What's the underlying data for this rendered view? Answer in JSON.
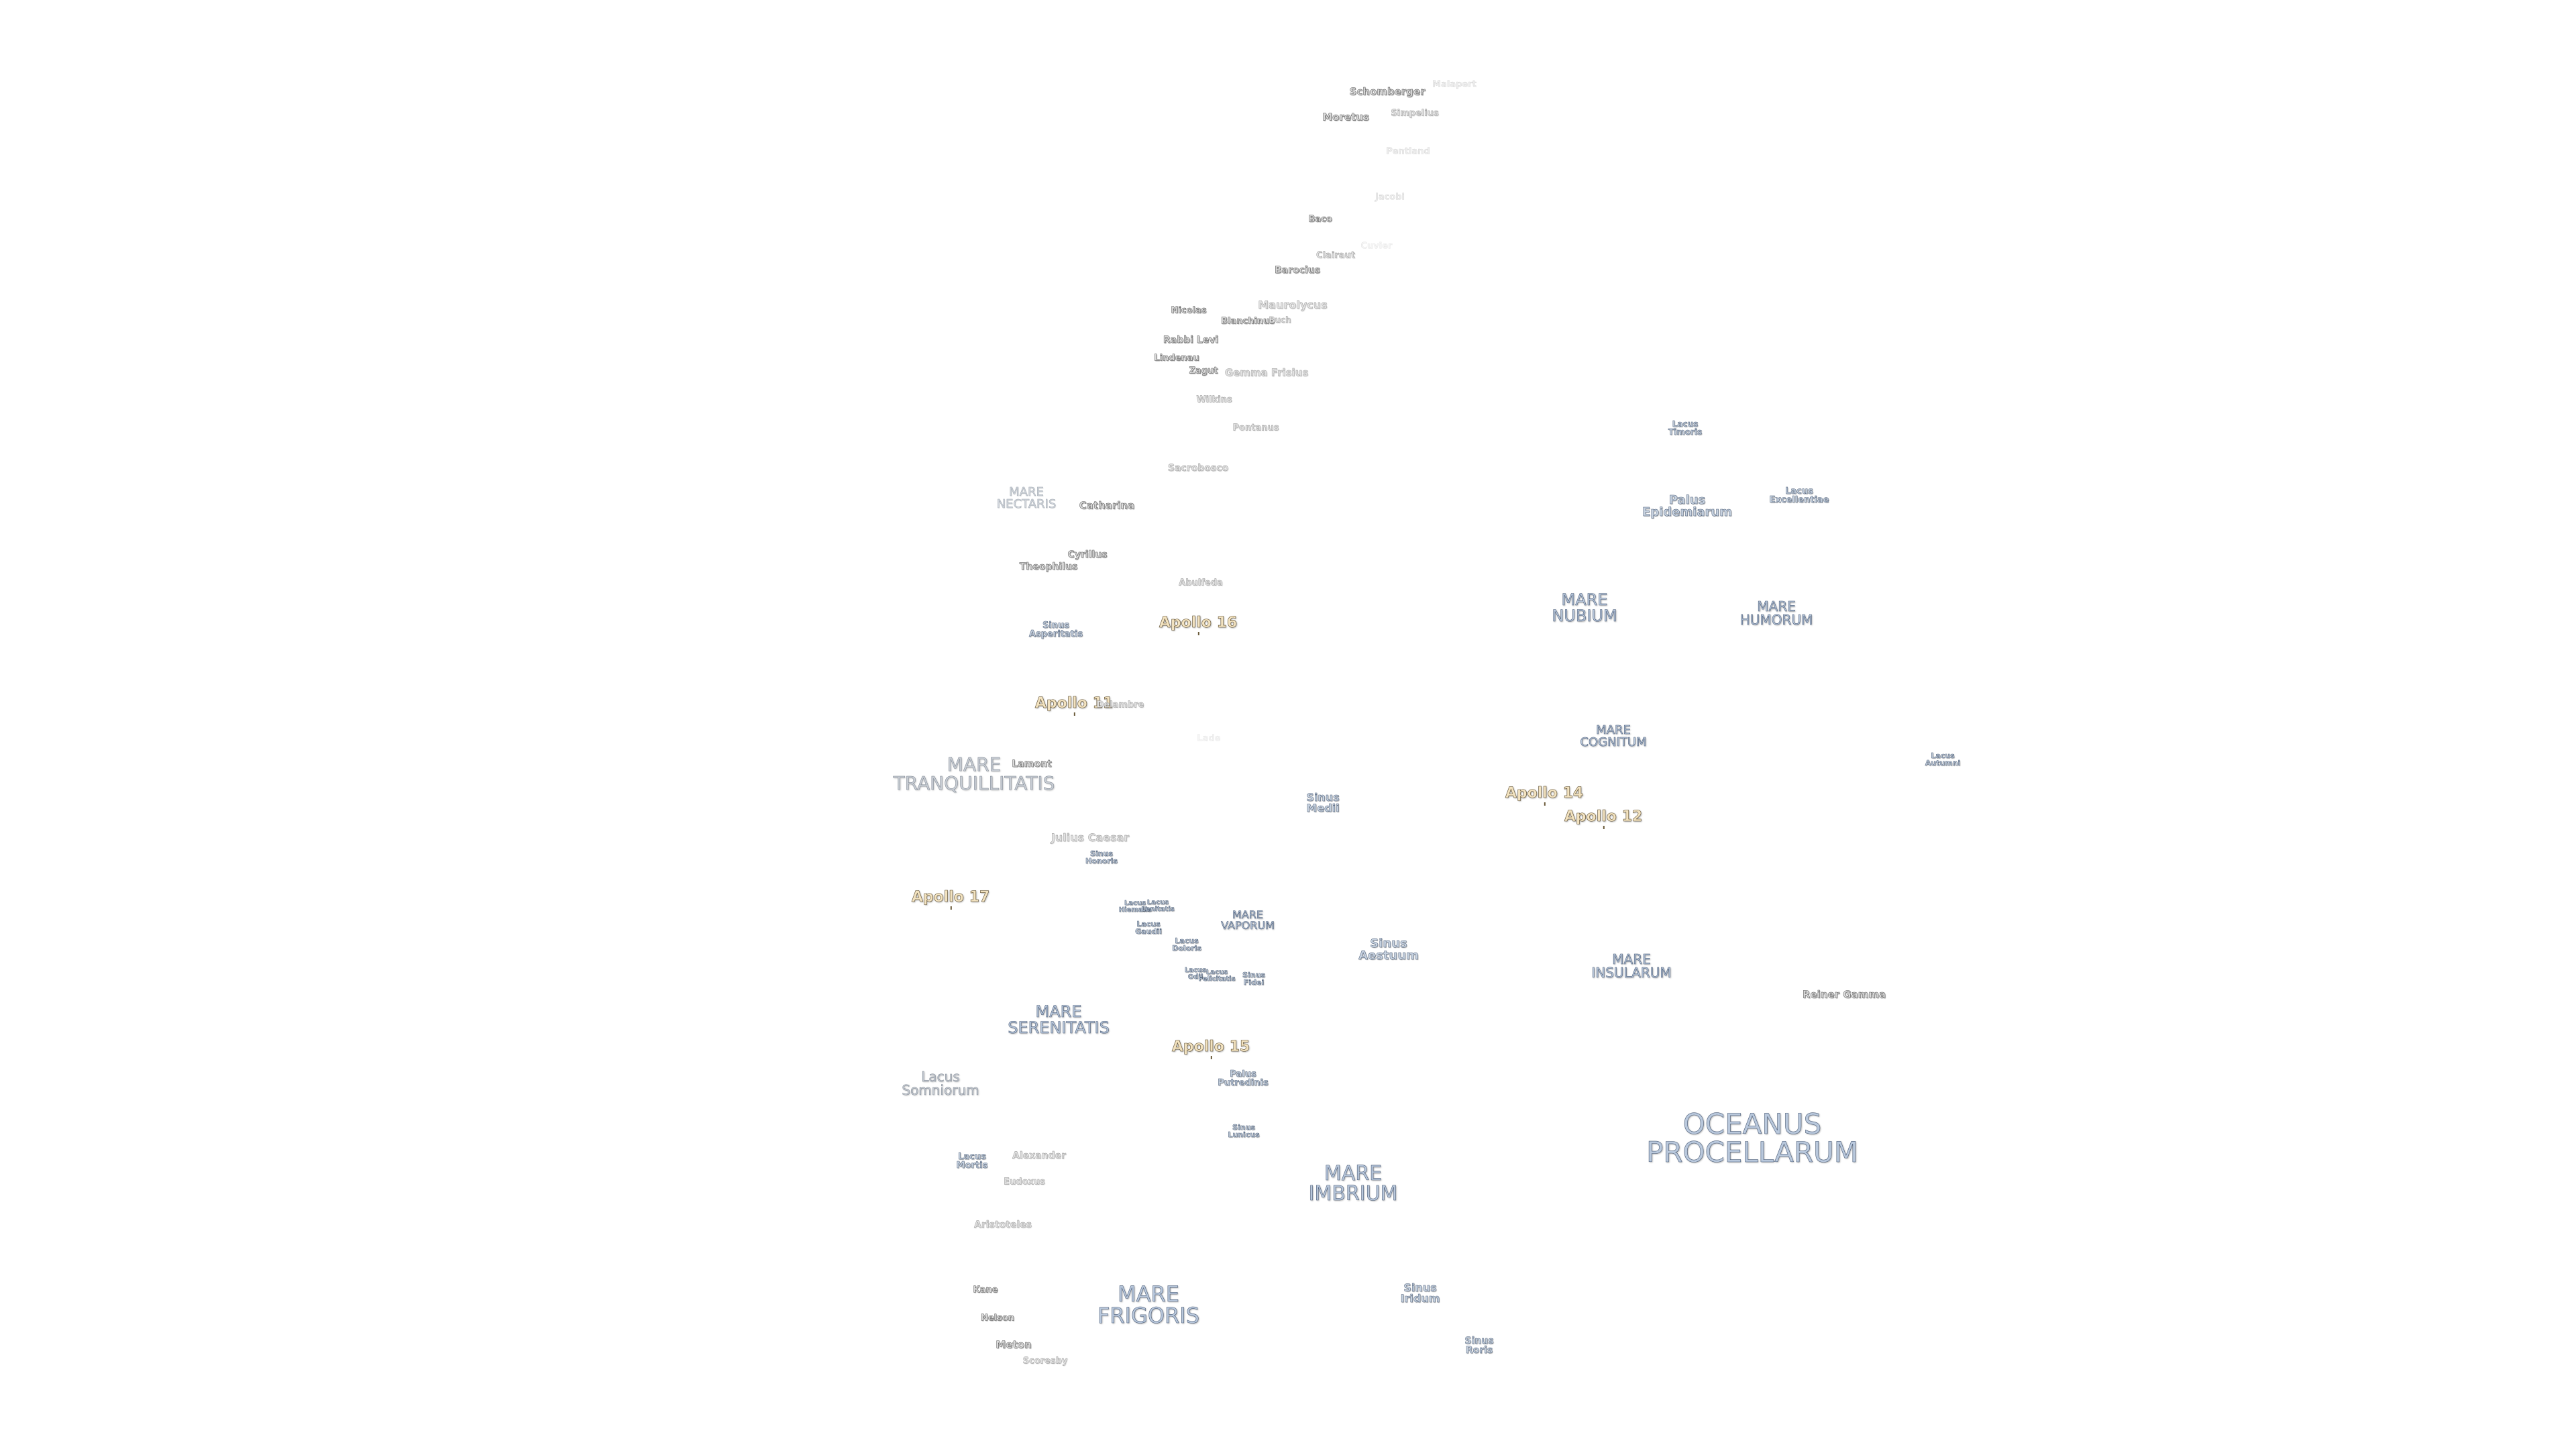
{
  "seas": {
    "oceanus_procellarum": "OCEANUS\nPROCELLARUM",
    "mare_frigoris": "MARE\nFRIGORIS",
    "mare_imbrium": "MARE\nIMBRIUM",
    "mare_serenitatis": "MARE\nSERENITATIS",
    "mare_tranquillitatis": "MARE\nTRANQUILLITATIS",
    "mare_nectaris": "MARE\nNECTARIS",
    "mare_nubium": "MARE\nNUBIUM",
    "mare_humorum": "MARE\nHUMORUM",
    "mare_cognitum": "MARE\nCOGNITUM",
    "mare_insularum": "MARE\nINSULARUM",
    "mare_vaporum": "MARE\nVAPORUM",
    "lacus_somniorum": "Lacus\nSomniorum"
  },
  "features": {
    "sinus_iridum": "Sinus\nIridum",
    "sinus_roris": "Sinus\nRoris",
    "sinus_aestuum": "Sinus\nAestuum",
    "sinus_medii": "Sinus\nMedii",
    "sinus_asperitatis": "Sinus\nAsperitatis",
    "sinus_honoris": "Sinus\nHonoris",
    "sinus_lunicus": "Sinus\nLunicus",
    "sinus_fidei": "Sinus\nFidei",
    "palus_epidemiarum": "Palus\nEpidemiarum",
    "palus_putredinis": "Palus\nPutredinis",
    "lacus_excellentiae": "Lacus\nExcellentiae",
    "lacus_timoris": "Lacus\nTimoris",
    "lacus_autumni": "Lacus\nAutumni",
    "lacus_mortis": "Lacus\nMortis",
    "lacus_doloris": "Lacus\nDoloris",
    "lacus_gaudii": "Lacus\nGaudii",
    "lacus_hiemalis": "Lacus\nHiemalis",
    "lacus_lenitatis": "Lacus\nLenitatis",
    "lacus_odii": "Lacus\nOdii",
    "lacus_felicitatis": "Lacus\nFelicitatis"
  },
  "apollo": {
    "apollo_11": "Apollo 11",
    "apollo_12": "Apollo 12",
    "apollo_14": "Apollo 14",
    "apollo_15": "Apollo 15",
    "apollo_16": "Apollo 16",
    "apollo_17": "Apollo 17"
  },
  "craters": {
    "schomberger": "Schomberger",
    "malapert": "Malapert",
    "moretus": "Moretus",
    "simpelius": "Simpelius",
    "pentland": "Pentland",
    "jacobi": "Jacobi",
    "baco": "Baco",
    "clairaut": "Clairaut",
    "cuvier": "Cuvier",
    "barocius": "Barocius",
    "maurolycus": "Maurolycus",
    "nicolas": "Nicolas",
    "blanchinus": "Blanchinus",
    "buch": "Buch",
    "rabbi_levi": "Rabbi Levi",
    "lindenau": "Lindenau",
    "zagut": "Zagut",
    "gemma_frisius": "Gemma Frisius",
    "wilkins": "Wilkins",
    "pontanus": "Pontanus",
    "sacrobosco": "Sacrobosco",
    "catharina": "Catharina",
    "cyrillus": "Cyrillus",
    "theophilus": "Theophilus",
    "abulfeda": "Abulfeda",
    "delambre": "Delambre",
    "lade": "Lade",
    "lamont": "Lamont",
    "julius_caesar": "Julius Caesar",
    "reiner_gamma": "Reiner Gamma",
    "alexander": "Alexander",
    "eudoxus": "Eudoxus",
    "aristoteles": "Aristoteles",
    "kane": "Kane",
    "nelson": "Nelson",
    "meton": "Meton",
    "scoresby": "Scoresby"
  }
}
